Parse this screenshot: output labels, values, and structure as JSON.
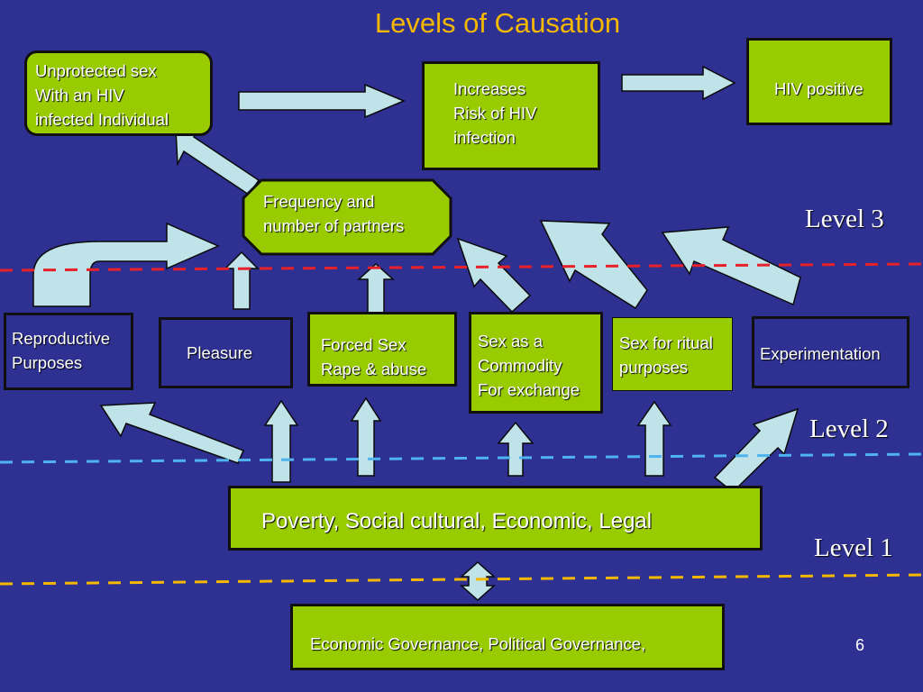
{
  "title": "Levels of Causation",
  "nodes": {
    "unprotected_sex": "Unprotected sex\nWith an HIV\ninfected Individual",
    "increases_risk": "Increases\nRisk of HIV\ninfection",
    "hiv_positive": "HIV positive",
    "frequency_partners": "Frequency and\nnumber of partners",
    "reproductive": "Reproductive\nPurposes",
    "pleasure": "Pleasure",
    "forced_sex": "Forced Sex\nRape & abuse",
    "sex_commodity": "Sex as a\nCommodity\nFor exchange",
    "sex_ritual": "Sex for ritual\npurposes",
    "experimentation": "Experimentation",
    "poverty": "Poverty, Social cultural, Economic, Legal",
    "governance": "Economic Governance, Political Governance,"
  },
  "levels": {
    "level3": "Level 3",
    "level2": "Level 2",
    "level1": "Level 1"
  },
  "colors": {
    "background": "#2E3192",
    "box_green": "#99CC00",
    "arrow_fill": "#BFE3E8",
    "title": "#F5B800",
    "line_level3": "#E8202A",
    "line_level2": "#4FB3F0",
    "line_level1": "#F5B800"
  },
  "page_number": "6"
}
